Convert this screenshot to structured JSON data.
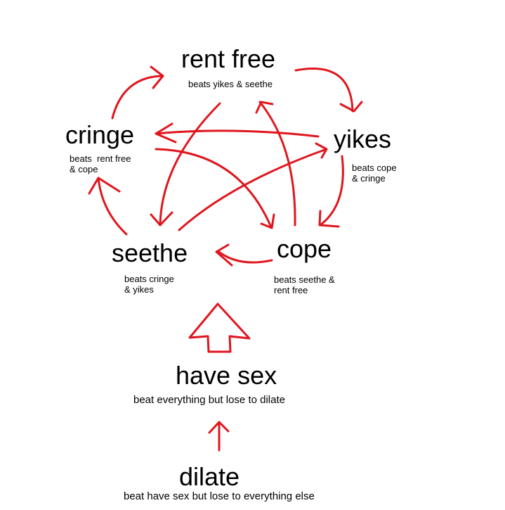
{
  "nodes": {
    "rent_free": {
      "label": "rent free",
      "desc": "beats yikes & seethe"
    },
    "yikes": {
      "label": "yikes",
      "desc": "beats cope\n& cringe"
    },
    "cope": {
      "label": "cope",
      "desc": "beats seethe &\nrent free"
    },
    "seethe": {
      "label": "seethe",
      "desc": "beats cringe\n& yikes"
    },
    "cringe": {
      "label": "cringe",
      "desc": "beats  rent free\n& cope"
    },
    "have_sex": {
      "label": "have sex",
      "desc": "beat everything but lose to   dilate"
    },
    "dilate": {
      "label": "dilate",
      "desc": "beat have sex but lose to everything else"
    }
  },
  "colors": {
    "arrow": "#e0161e",
    "text": "#000000"
  }
}
